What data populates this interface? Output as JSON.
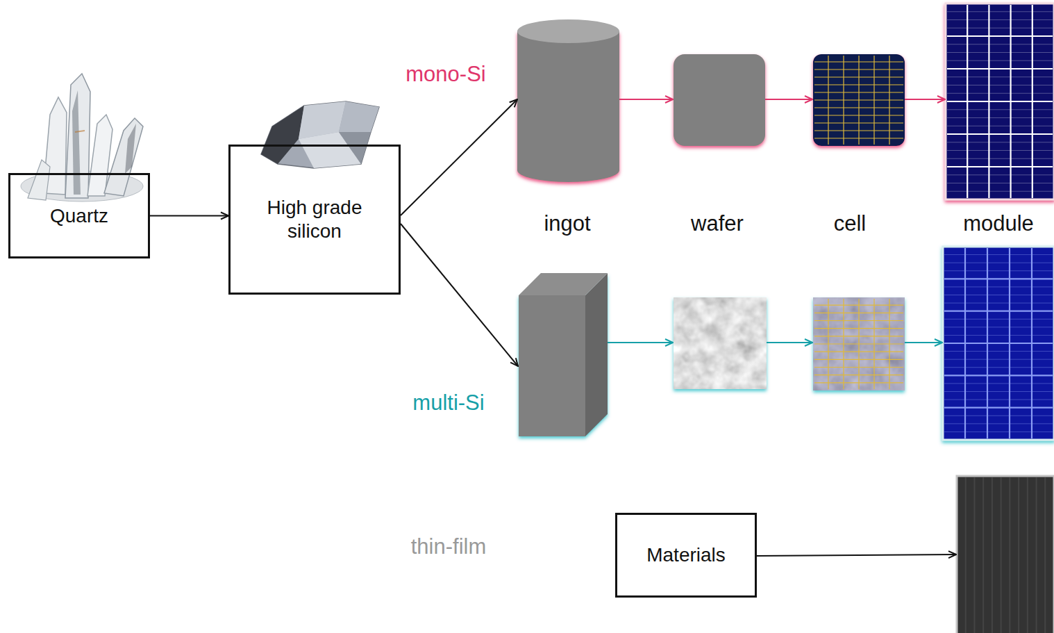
{
  "diagram": {
    "nodes": [
      {
        "text": [
          "Quartz"
        ]
      },
      {
        "text": [
          "High grade silicon"
        ]
      },
      {
        "text": [
          "Materials"
        ]
      }
    ],
    "edges": [
      {
        "from": 0,
        "to": 1,
        "arrow": "to"
      }
    ],
    "labels": [
      "mono-Si",
      "ingot",
      "wafer",
      "cell",
      "module",
      "multi-Si",
      "thin-film"
    ]
  }
}
